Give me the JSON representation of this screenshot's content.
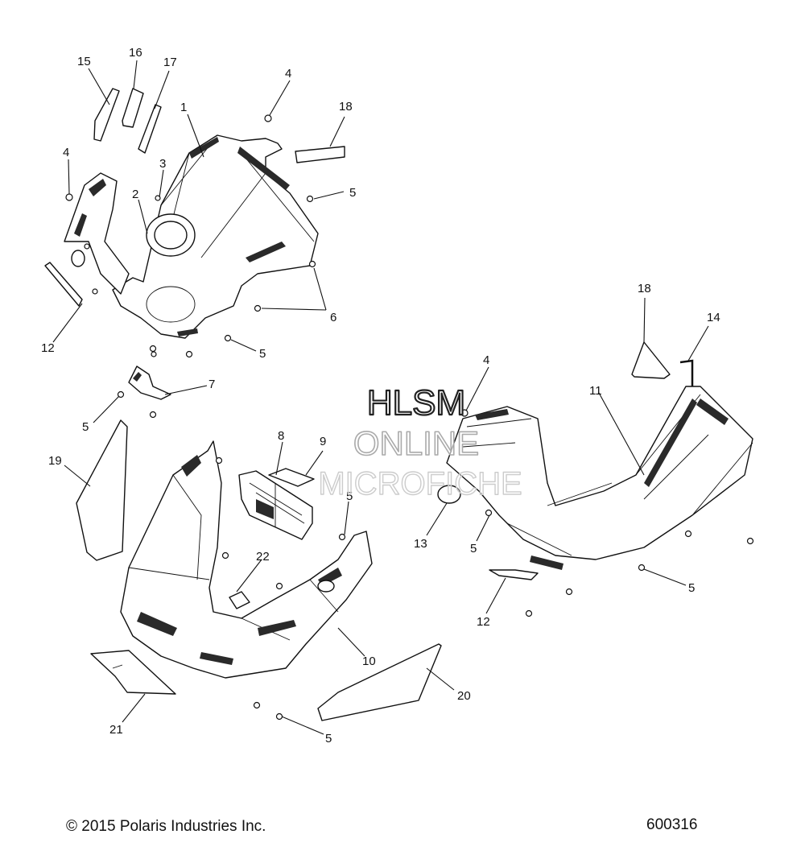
{
  "watermark": [
    "HLSM",
    "ONLINE",
    "MICROFICHE"
  ],
  "footer": {
    "copyright": "© 2015 Polaris Industries Inc.",
    "diagram_number": "600316"
  },
  "callouts": [
    "1",
    "2",
    "3",
    "4",
    "4",
    "4",
    "5",
    "5",
    "5",
    "5",
    "5",
    "5",
    "5",
    "5",
    "6",
    "7",
    "8",
    "9",
    "10",
    "11",
    "12",
    "12",
    "13",
    "14",
    "15",
    "16",
    "17",
    "18",
    "18",
    "19",
    "20",
    "21",
    "22"
  ]
}
